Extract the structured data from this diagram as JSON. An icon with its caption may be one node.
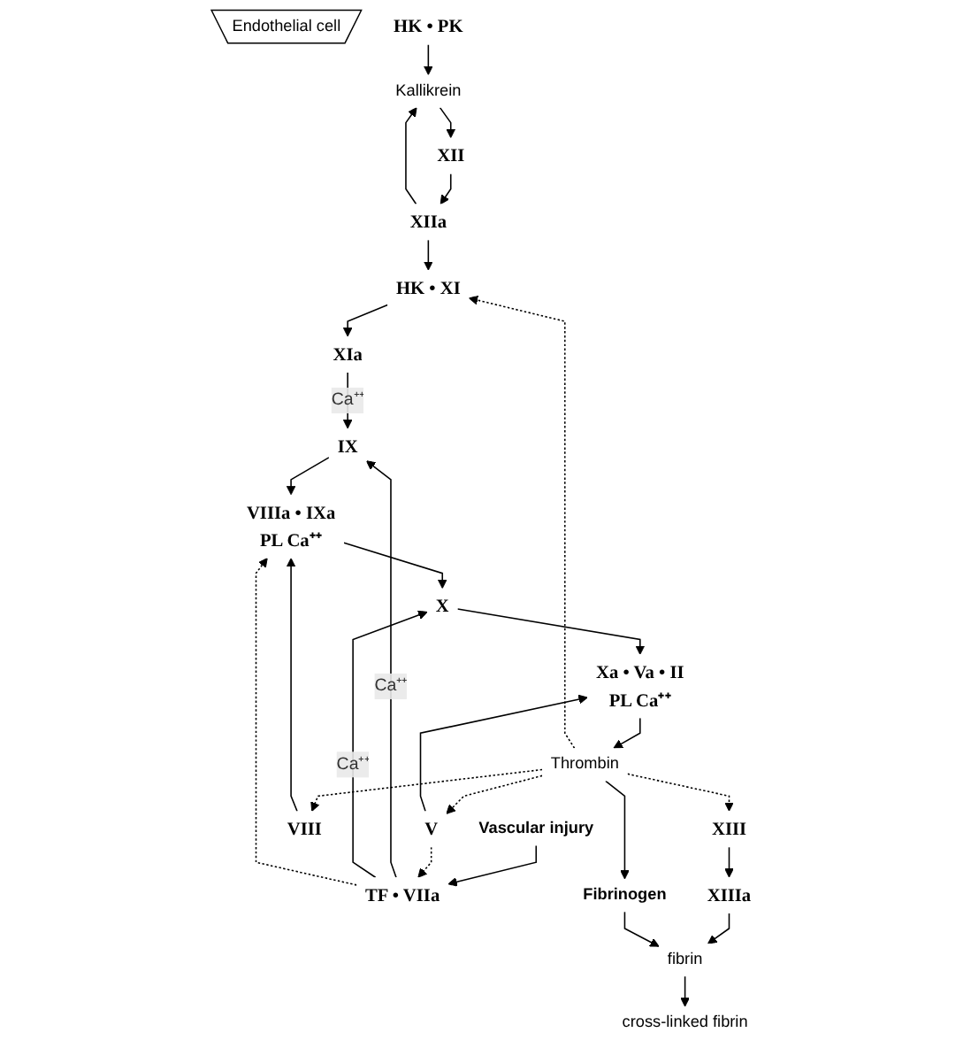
{
  "diagram": {
    "nodes": [
      {
        "text": [
          "Endothelial cell"
        ]
      },
      {
        "text": [
          "HK • PK"
        ]
      },
      {
        "text": [
          "Kallikrein"
        ]
      },
      {
        "text": [
          "XII"
        ]
      },
      {
        "text": [
          "XIIa"
        ]
      },
      {
        "text": [
          "Vascular injury"
        ]
      },
      {
        "text": [
          "TF • VIIa"
        ]
      },
      {
        "text": [
          "HK • XI"
        ]
      },
      {
        "text": [
          "XIa"
        ]
      },
      {
        "text": [
          "IX"
        ]
      },
      {
        "text": [
          "VIII"
        ]
      },
      {
        "text": [
          "VIIIa • IXa",
          "PL Ca⁺⁺"
        ]
      },
      {
        "text": [
          "X"
        ]
      },
      {
        "text": [
          "V"
        ]
      },
      {
        "text": [
          "Xa • Va • II",
          "PL Ca⁺⁺"
        ]
      },
      {
        "text": [
          "Thrombin"
        ]
      },
      {
        "text": [
          "XIII"
        ]
      },
      {
        "text": [
          "XIIIa"
        ]
      },
      {
        "text": [
          "Fibrinogen"
        ]
      },
      {
        "text": [
          "fibrin"
        ]
      },
      {
        "text": [
          "cross-linked fibrin"
        ]
      }
    ],
    "edges": [
      {
        "from": 1,
        "to": 2,
        "arrow": "to"
      },
      {
        "from": 2,
        "to": 3,
        "arrow": "to"
      },
      {
        "from": 3,
        "to": 4,
        "arrow": "to"
      },
      {
        "from": 4,
        "to": 2,
        "arrow": "to"
      },
      {
        "from": 4,
        "to": 7,
        "arrow": "to"
      },
      {
        "from": 7,
        "to": 8,
        "arrow": "to"
      },
      {
        "from": 8,
        "to": 9,
        "arrow": "to",
        "label": "Ca⁺⁺"
      },
      {
        "from": 5,
        "to": 6,
        "arrow": "to"
      },
      {
        "from": 6,
        "to": 9,
        "arrow": "to",
        "label": "Ca⁺⁺"
      },
      {
        "from": 6,
        "to": 12,
        "arrow": "to",
        "label": "Ca⁺⁺"
      },
      {
        "from": 6,
        "to": 11,
        "arrow": "to",
        "style": "dashed"
      },
      {
        "from": 13,
        "to": 6,
        "arrow": "to",
        "style": "dashed"
      },
      {
        "from": 9,
        "to": 11,
        "arrow": "to"
      },
      {
        "from": 10,
        "to": 11,
        "arrow": "to"
      },
      {
        "from": 11,
        "to": 12,
        "arrow": "to"
      },
      {
        "from": 12,
        "to": 14,
        "arrow": "to"
      },
      {
        "from": 13,
        "to": 14,
        "arrow": "to"
      },
      {
        "from": 14,
        "to": 15,
        "arrow": "to"
      },
      {
        "from": 15,
        "to": 7,
        "arrow": "to",
        "style": "dashed"
      },
      {
        "from": 15,
        "to": 10,
        "arrow": "to",
        "style": "dashed"
      },
      {
        "from": 15,
        "to": 13,
        "arrow": "to",
        "style": "dashed"
      },
      {
        "from": 15,
        "to": 16,
        "arrow": "to",
        "style": "dashed"
      },
      {
        "from": 15,
        "to": 18,
        "arrow": "to"
      },
      {
        "from": 16,
        "to": 17,
        "arrow": "to"
      },
      {
        "from": 17,
        "to": 19,
        "arrow": "to"
      },
      {
        "from": 18,
        "to": 19,
        "arrow": "to"
      },
      {
        "from": 19,
        "to": 20,
        "arrow": "to"
      }
    ]
  }
}
